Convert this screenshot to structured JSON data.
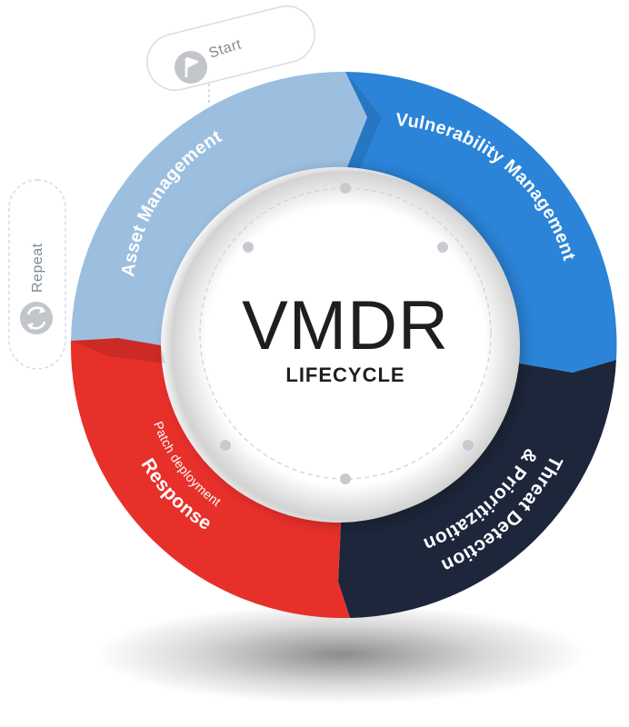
{
  "title": "VMDR",
  "subtitle": "LIFECYCLE",
  "segments": {
    "asset": {
      "label": "Asset Management",
      "color": "#9cbfe0"
    },
    "vulnerability": {
      "label": "Vulnerability Management",
      "color": "#2b84d8"
    },
    "threat": {
      "label_line1": "Threat Detection",
      "label_line2": "& Prioritization",
      "color": "#1d263a"
    },
    "response": {
      "label": "Response",
      "sublabel": "Patch deployment",
      "color": "#e8302b"
    }
  },
  "pills": {
    "start": {
      "label": "Start",
      "icon": "flag-icon"
    },
    "repeat": {
      "label": "Repeat",
      "icon": "repeat-icon"
    }
  }
}
